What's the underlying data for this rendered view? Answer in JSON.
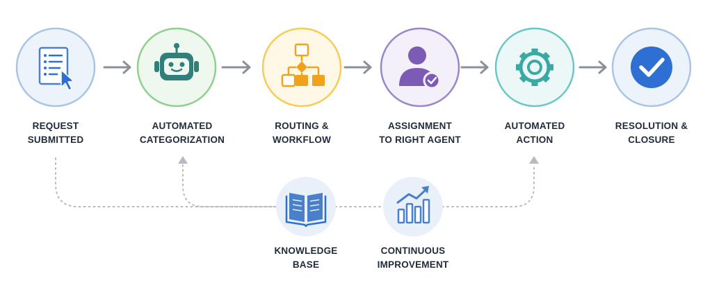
{
  "steps": [
    {
      "line1": "REQUEST",
      "line2": "SUBMITTED",
      "icon": "document-cursor-icon",
      "ring": "#a9c4e6",
      "fill": "#edf3fb"
    },
    {
      "line1": "AUTOMATED",
      "line2": "CATEGORIZATION",
      "icon": "robot-icon",
      "ring": "#8fcf8f",
      "fill": "#eef8ee"
    },
    {
      "line1": "ROUTING &",
      "line2": "WORKFLOW",
      "icon": "flowchart-icon",
      "ring": "#f5cc55",
      "fill": "#fff8e6"
    },
    {
      "line1": "ASSIGNMENT",
      "line2": "TO RIGHT AGENT",
      "icon": "agent-check-icon",
      "ring": "#9b85c9",
      "fill": "#f4f0fa"
    },
    {
      "line1": "AUTOMATED",
      "line2": "ACTION",
      "icon": "gear-icon",
      "ring": "#6cc7c2",
      "fill": "#ecf8f7"
    },
    {
      "line1": "RESOLUTION &",
      "line2": "CLOSURE",
      "icon": "checkmark-icon",
      "ring": "#a9c4e6",
      "fill": "#edf3fb"
    }
  ],
  "support": [
    {
      "line1": "KNOWLEDGE",
      "line2": "BASE",
      "icon": "open-book-icon"
    },
    {
      "line1": "CONTINUOUS",
      "line2": "IMPROVEMENT",
      "icon": "growth-chart-icon"
    }
  ],
  "colors": {
    "text": "#1f2a3a",
    "arrow": "#8a8f98",
    "dotted": "#b7bac0",
    "blue": "#2e6fd3",
    "green_icon": "#2f7f7a",
    "orange": "#f0a21b",
    "purple": "#7c5bb5",
    "teal": "#3aa9a4",
    "support_fill": "#e9f0f9",
    "support_icon": "#4a7fc9"
  }
}
